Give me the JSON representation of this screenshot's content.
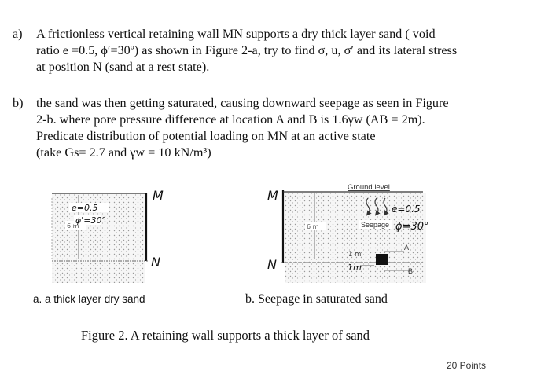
{
  "question_a": {
    "label": "a)",
    "lines": [
      "A frictionless vertical retaining wall MN supports a dry thick layer sand ( void",
      "ratio e =0.5, ϕ′=30º) as shown in Figure 2-a, try to find σ, u, σ′ and its lateral stress",
      "at position N (sand at a rest state)."
    ]
  },
  "question_b": {
    "label": "b)",
    "lines": [
      "the sand was then getting saturated, causing downward seepage as seen in Figure",
      "2-b. where pore pressure difference at location A and B is 1.6γw (AB = 2m).",
      "Predicate distribution of potential loading on MN at an active state",
      "(take Gs= 2.7 and γw = 10 kN/m³)"
    ]
  },
  "figure_a": {
    "label_M": "M",
    "label_N": "N",
    "void_ratio": "e=0.5",
    "phi": "ϕ'=30°",
    "depth": "6 m",
    "caption": "a. a thick layer dry sand"
  },
  "figure_b": {
    "label_M": "M",
    "label_N": "N",
    "ground_level": "Ground level",
    "seepage": "Seepage",
    "void_ratio": "e=0.5",
    "phi": "ϕ=30°",
    "depth": "6 m",
    "point_A": "A",
    "point_B": "B",
    "dim_1m_a": "1 m",
    "dim_1m_b": "1m",
    "caption": "b. Seepage in saturated sand"
  },
  "figure_caption": "Figure 2.  A retaining wall supports a thick layer of sand",
  "page_number": "20 Points"
}
